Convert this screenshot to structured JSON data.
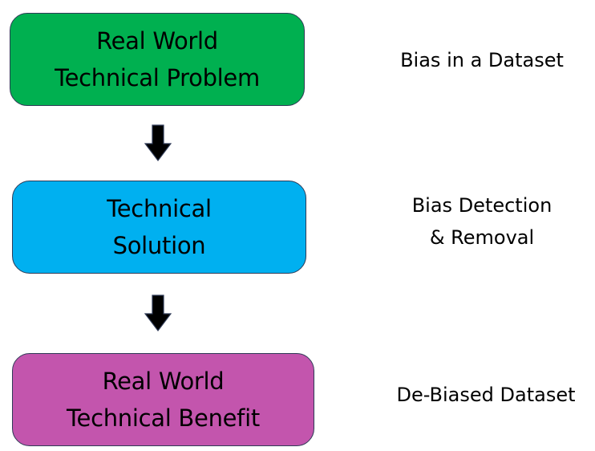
{
  "diagram": {
    "type": "flowchart",
    "steps": [
      {
        "lines": [
          "Real World",
          "Technical Problem"
        ],
        "color": "#00B050",
        "annotation": [
          "Bias in a Dataset"
        ]
      },
      {
        "lines": [
          "Technical",
          "Solution"
        ],
        "color": "#00B0F0",
        "annotation": [
          "Bias Detection",
          "& Removal"
        ]
      },
      {
        "lines": [
          "Real World",
          "Technical Benefit"
        ],
        "color": "#C355AD",
        "annotation": [
          "De-Biased Dataset"
        ]
      }
    ],
    "arrow_color": "#000000",
    "border_color": "#2F3B57"
  }
}
